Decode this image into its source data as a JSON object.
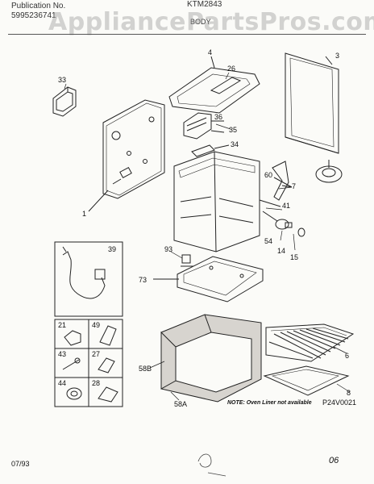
{
  "header": {
    "publication_label": "Publication No.",
    "publication_number": "5995236741",
    "model": "KTM2843",
    "section": "BODY",
    "watermark": "AppliancePartsPros.com"
  },
  "footer": {
    "date": "07/93",
    "scribble": "06",
    "diagram_code": "P24V0021",
    "note": "NOTE: Oven Liner not available"
  },
  "parts": {
    "p1": "1",
    "p3": "3",
    "p4": "4",
    "p6": "6",
    "p7": "7",
    "p8": "8",
    "p14": "14",
    "p15": "15",
    "p21": "21",
    "p26": "26",
    "p27": "27",
    "p28": "28",
    "p33": "33",
    "p34": "34",
    "p35": "35",
    "p36": "36",
    "p39": "39",
    "p41": "41",
    "p43": "43",
    "p44": "44",
    "p49": "49",
    "p54": "54",
    "p58a": "58A",
    "p58b": "58B",
    "p60": "60",
    "p73": "73",
    "p93": "93"
  }
}
